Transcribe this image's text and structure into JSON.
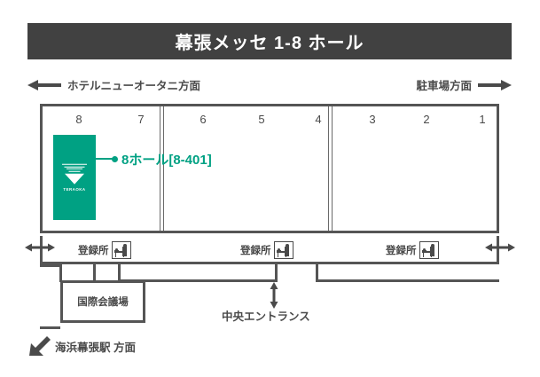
{
  "header": {
    "title": "幕張メッセ 1-8 ホール"
  },
  "directions": {
    "left": {
      "label": "ホテルニューオータニ方面",
      "icon": "arrow-left-icon"
    },
    "right": {
      "label": "駐車場方面",
      "icon": "arrow-right-icon"
    }
  },
  "hall": {
    "numbers": [
      "8",
      "7",
      "6",
      "5",
      "4",
      "3",
      "2",
      "1"
    ],
    "dividers": 2
  },
  "booth": {
    "logo_text": "TERAOKA",
    "color": "#00a183",
    "callout_label": "8ホール[8-401]",
    "callout_color": "#00a183"
  },
  "registration": [
    {
      "label": "登録所",
      "icon": "reception-desk-icon"
    },
    {
      "label": "登録所",
      "icon": "reception-desk-icon"
    },
    {
      "label": "登録所",
      "icon": "reception-desk-icon"
    }
  ],
  "side_arrows": {
    "left_icon": "double-arrow-horizontal-icon",
    "right_icon": "double-arrow-horizontal-icon"
  },
  "conference": {
    "label": "国際会議場"
  },
  "entrance": {
    "label": "中央エントランス",
    "icon": "double-arrow-vertical-icon"
  },
  "station": {
    "label": "海浜幕張駅 方面",
    "icon": "arrow-diagonal-down-left-icon"
  },
  "colors": {
    "header_bg": "#414141",
    "wall": "#555555",
    "text": "#4a4a4a",
    "accent": "#00a183"
  }
}
